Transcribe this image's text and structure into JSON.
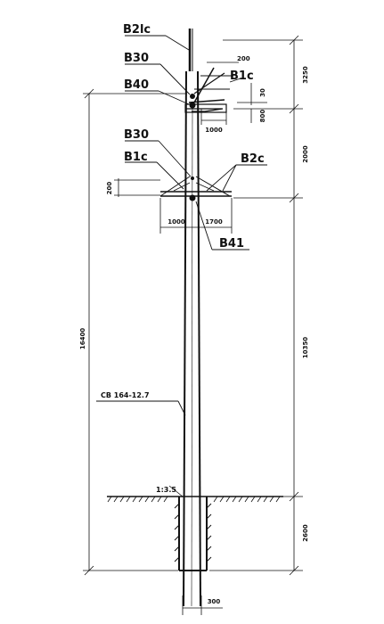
{
  "labels": {
    "top_fitting": "B2lc",
    "b30": "B30",
    "b40": "B40",
    "b1c_upper": "B1c",
    "b30_lower": "B30",
    "b1c_lower": "B1c",
    "b2c": "B2c",
    "b41": "B41",
    "pole_type": "CB 164-12.7",
    "slope": "1:3.5"
  },
  "dimensions": {
    "top_offset": "200",
    "top_height": "3250",
    "upper_small": "30",
    "upper_drop": "800",
    "upper_arm": "1000",
    "middle_height": "2000",
    "lower_offset": "200",
    "lower_arm_left": "1000",
    "lower_arm_right": "1700",
    "total_height": "16400",
    "above_ground": "10350",
    "below_ground": "2600",
    "base_width": "300"
  }
}
